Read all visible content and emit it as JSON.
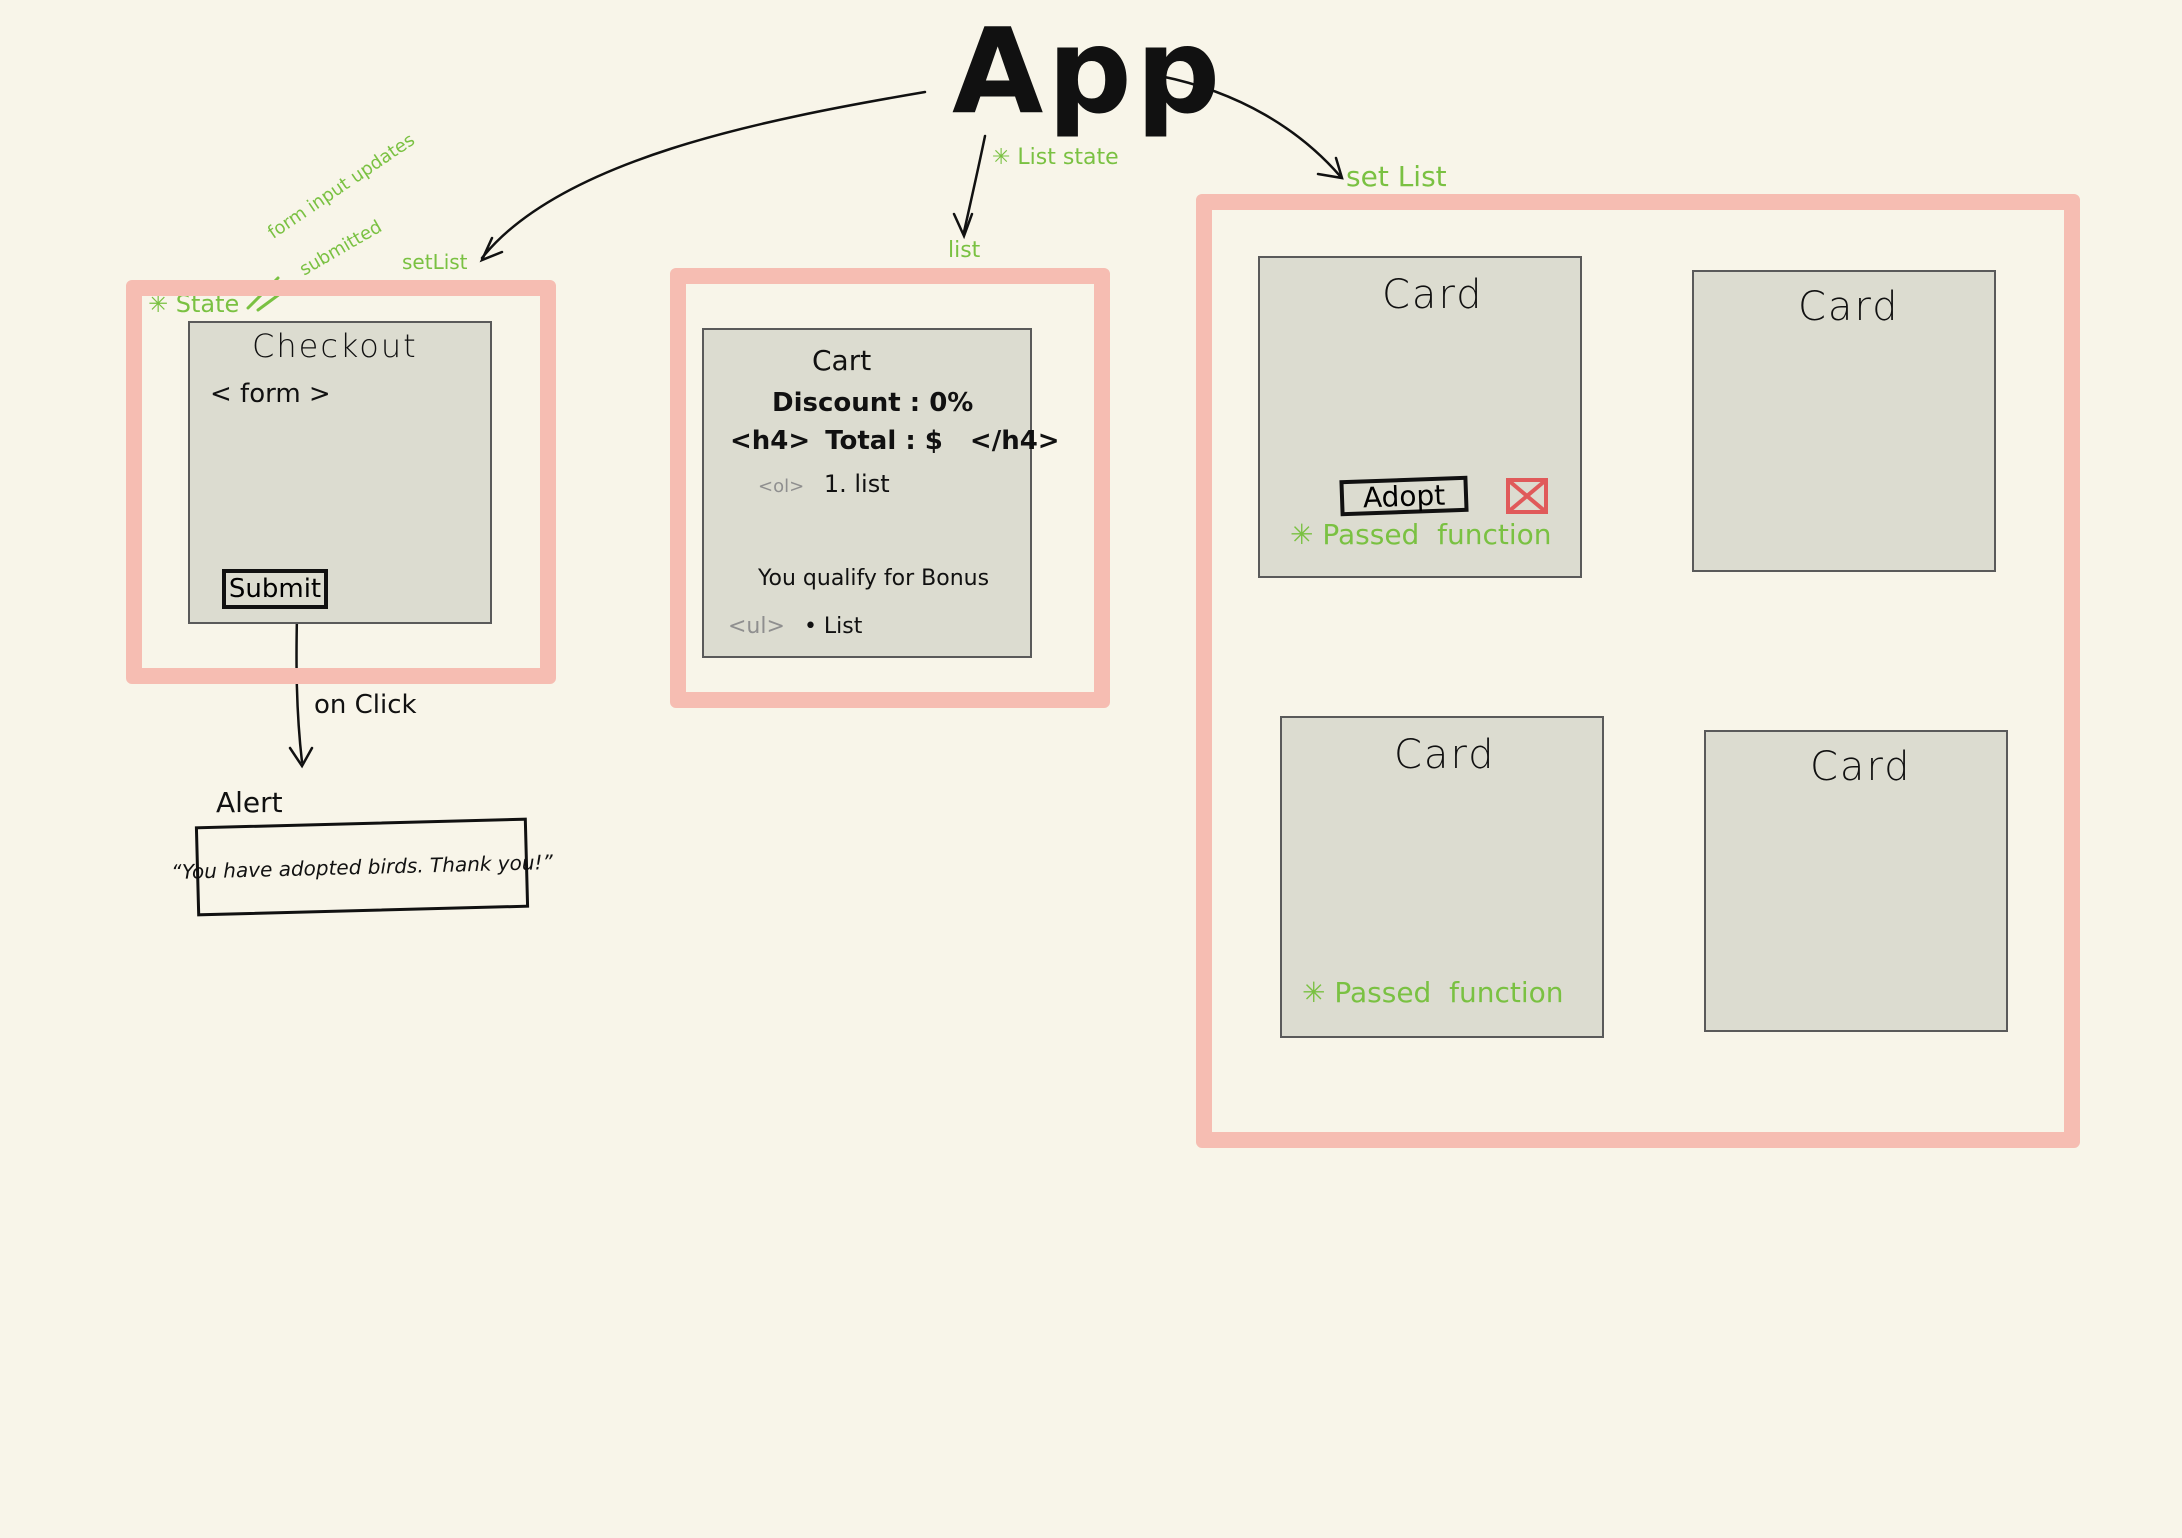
{
  "app": {
    "title": "App",
    "edges": {
      "list_state": "✳ List state",
      "list": "list",
      "set_list_left": "setList",
      "set_list_right": "set List"
    }
  },
  "checkout": {
    "state_note": "✳ State",
    "form_note_1": "form input updates",
    "form_note_2": "submitted",
    "title": "Checkout",
    "form_tag": "< form >",
    "submit_label": "Submit",
    "on_click": "on Click"
  },
  "alert": {
    "label": "Alert",
    "message": "“You have adopted birds. Thank you!”"
  },
  "cart": {
    "title": "Cart",
    "discount": "Discount : 0%",
    "total_open": "<h4>",
    "total_text": "Total : $",
    "total_close": "</h4>",
    "ol_tag": "<ol>",
    "ol_item": "1. list",
    "bonus": "You qualify for Bonus",
    "ul_tag": "<ul>",
    "ul_item": "• List"
  },
  "cards": [
    {
      "title": "Card",
      "adopt_label": "Adopt",
      "note": "✳ Passed  function"
    },
    {
      "title": "Card"
    },
    {
      "title": "Card",
      "note": "✳ Passed  function"
    },
    {
      "title": "Card"
    }
  ],
  "colors": {
    "background": "#f8f5e9",
    "frame": "#f6bdb2",
    "component": "#dcdcd0",
    "annotation": "#7ac142",
    "delete": "#e05a5a"
  },
  "icons": {
    "delete": "x-box-icon"
  }
}
